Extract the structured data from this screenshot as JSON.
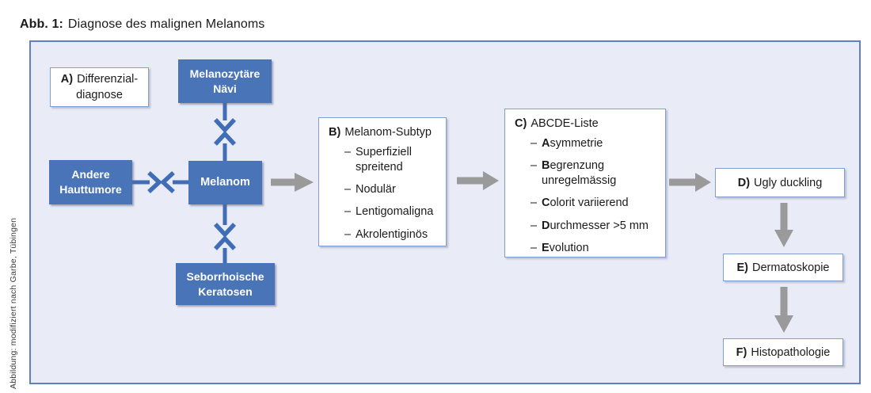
{
  "figure": {
    "label": "Abb. 1:",
    "title": "Diagnose des malignen Melanoms"
  },
  "credit": "Abbildung: modifiziert nach Garbe, Tübingen",
  "ui": {
    "dash": "–"
  },
  "colors": {
    "box_blue": "#4a74b8",
    "arrow_blue": "#3f6db6",
    "arrow_gray": "#9a9a9a",
    "panel_bg": "#e9ebf6",
    "panel_border": "#5d81c1",
    "white_box_border": "#7f9fd2"
  },
  "nodes": {
    "diff": {
      "prefix": "A)",
      "line1": "Differenzial-",
      "line2": "diagnose"
    },
    "naevi": {
      "line1": "Melanozytäre",
      "line2": "Nävi"
    },
    "tumore": {
      "line1": "Andere",
      "line2": "Hauttumore"
    },
    "melanom": {
      "label": "Melanom"
    },
    "keratosen": {
      "line1": "Seborrhoische",
      "line2": "Keratosen"
    },
    "subtyp": {
      "prefix": "B)",
      "title": "Melanom-Subtyp",
      "items": [
        "Superfiziell spreitend",
        "Nodulär",
        "Lentigomaligna",
        "Akrolentiginös"
      ]
    },
    "abcde": {
      "prefix": "C)",
      "title": "ABCDE-Liste",
      "items": [
        {
          "b": "A",
          "t": "symmetrie"
        },
        {
          "b": "B",
          "t": "egrenzung unregelmässig"
        },
        {
          "b": "C",
          "t": "olorit variierend"
        },
        {
          "b": "D",
          "t": "urchmesser >5 mm"
        },
        {
          "b": "E",
          "t": "volution"
        }
      ]
    },
    "ugly": {
      "prefix": "D)",
      "label": "Ugly duckling"
    },
    "dermato": {
      "prefix": "E)",
      "label": "Dermatoskopie"
    },
    "histo": {
      "prefix": "F)",
      "label": "Histopathologie"
    }
  }
}
